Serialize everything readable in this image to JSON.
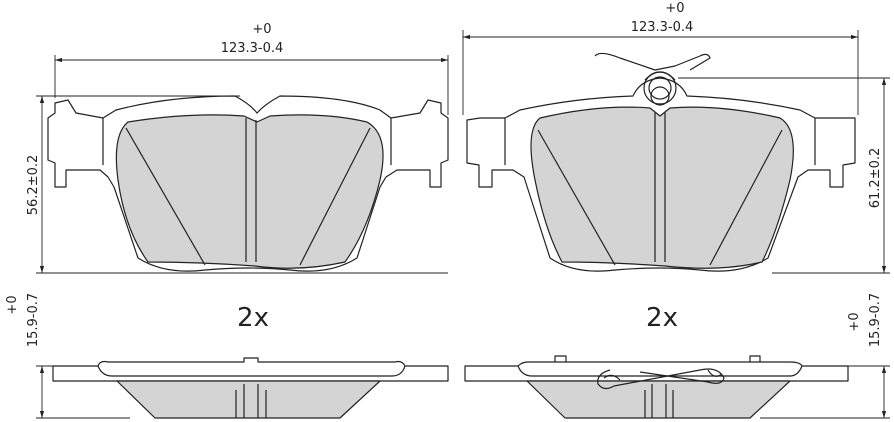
{
  "left_view": {
    "width_tolerance_upper": "+0",
    "width_dimension": "123.3-0.4",
    "height_dimension": "56.2±0.2",
    "thickness_tolerance_upper": "+0",
    "thickness_dimension": "15.9-0.7",
    "quantity": "2x"
  },
  "right_view": {
    "width_tolerance_upper": "+0",
    "width_dimension": "123.3-0.4",
    "height_dimension": "61.2±0.2",
    "thickness_tolerance_upper": "+0",
    "thickness_dimension": "15.9-0.7",
    "quantity": "2x"
  }
}
